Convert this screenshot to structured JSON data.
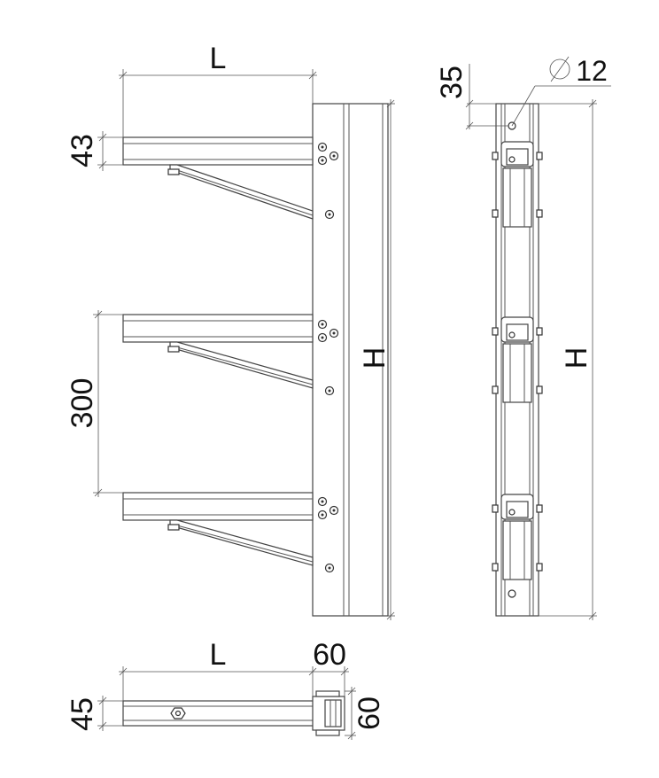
{
  "drawing": {
    "front_view": {
      "length_label": "L",
      "flange_label": "43",
      "spacing_label": "300",
      "height_label": "H"
    },
    "side_view": {
      "offset_label": "35",
      "hole_label": "12",
      "diameter_symbol": "⌀",
      "height_label": "H"
    },
    "top_view": {
      "length_label": "L",
      "post_width_label": "60",
      "arm_width_label": "45",
      "post_depth_label": "60"
    }
  }
}
